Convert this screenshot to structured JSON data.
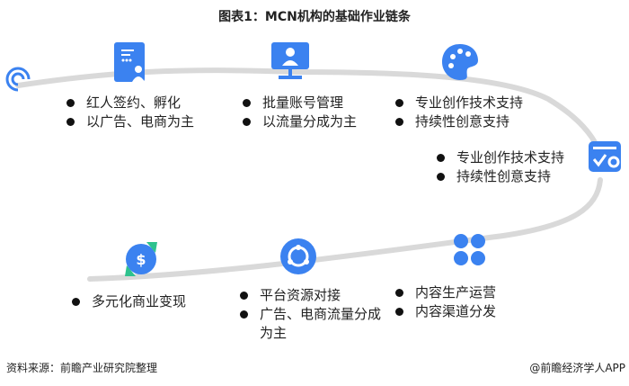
{
  "title": "图表1：MCN机构的基础作业链条",
  "stages": [
    {
      "icon": "touch-icon",
      "items": []
    },
    {
      "icon": "contract-icon",
      "items": [
        "红人签约、孵化",
        "以广告、电商为主"
      ]
    },
    {
      "icon": "monitor-icon",
      "items": [
        "批量账号管理",
        "以流量分成为主"
      ]
    },
    {
      "icon": "palette-icon",
      "items": [
        "专业创作技术支持",
        "持续性创意支持"
      ]
    },
    {
      "icon": "settings-check-icon",
      "items": [
        "专业创作技术支持",
        "持续性创意支持"
      ]
    },
    {
      "icon": "grid-icon",
      "items": [
        "内容生产运营",
        "内容渠道分发"
      ]
    },
    {
      "icon": "share-icon",
      "items": [
        "平台资源对接",
        "广告、电商流量分成为主"
      ]
    },
    {
      "icon": "dollar-exchange-icon",
      "items": [
        "多元化商业变现"
      ]
    }
  ],
  "footer": {
    "source": "资料来源：前瞻产业研究院整理",
    "credit": "@前瞻经济学人APP"
  },
  "colors": {
    "accent": "#3b82f0",
    "green": "#2ec28e",
    "path": "#d9d9d9"
  }
}
